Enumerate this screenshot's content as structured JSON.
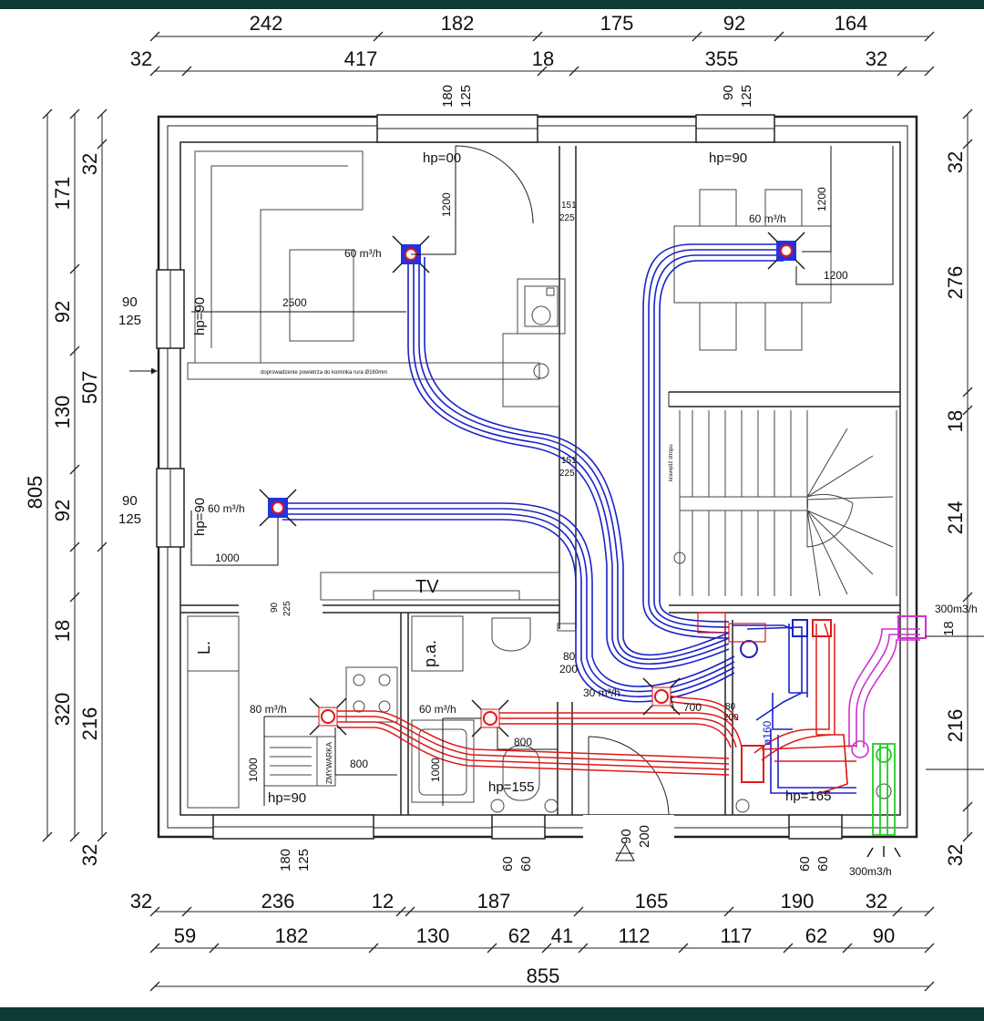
{
  "colors": {
    "frame": "#0e3b33",
    "paper": "#ffffff",
    "exhaust_duct": "#1a22c8",
    "supply_duct": "#e01818",
    "fresh_air": "#cc33cc",
    "outlet": "#22cc22"
  },
  "dims": {
    "top1": [
      "242",
      "182",
      "175",
      "92",
      "164"
    ],
    "top2": [
      "32",
      "417",
      "18",
      "355",
      "32"
    ],
    "bottom1": [
      "32",
      "236",
      "12",
      "187",
      "165",
      "190",
      "32"
    ],
    "bottom2": [
      "59",
      "182",
      "130",
      "62",
      "41",
      "112",
      "117",
      "62",
      "90"
    ],
    "total": "855",
    "left1": [
      "32",
      "171",
      "92",
      "130",
      "92",
      "18",
      "320",
      "32"
    ],
    "left_total": [
      "805",
      "507",
      "216"
    ],
    "right": [
      "32",
      "276",
      "18",
      "214",
      "216",
      "32"
    ],
    "right_label": "18"
  },
  "windows": {
    "w_top_left": [
      "180",
      "125"
    ],
    "w_top_right": [
      "90",
      "125"
    ],
    "w_left_upper": [
      "90",
      "125"
    ],
    "w_left_lower": [
      "90",
      "125"
    ],
    "w_bottom_left": [
      "180",
      "125"
    ],
    "w_bottom_mid": [
      "60",
      "60"
    ],
    "w_bottom_right": [
      "60",
      "60"
    ],
    "door_entry": [
      "90",
      "200"
    ]
  },
  "sill": {
    "hp00": "hp=00",
    "hp90_tr": "hp=90",
    "hp90_l1": "hp=90",
    "hp90_l2": "hp=90",
    "hp90_kitchen": "hp=90",
    "hp155": "hp=155",
    "hp165": "hp=165"
  },
  "airflows": {
    "a1": "60 m³/h",
    "a2": "60 m³/h",
    "a3": "60 m³/h",
    "a4": "80 m³/h",
    "a5": "60 m³/h",
    "a6": "30 m³/h",
    "intake": "300m3/h",
    "outlet": "300m3/h"
  },
  "labels": {
    "d1200a": "1200",
    "d1200b": "1200",
    "d1200c": "1200",
    "d2500": "2500",
    "d1000": "1000",
    "d800a": "800",
    "d800b": "800",
    "d1000v": "1000",
    "d1000v2": "1000",
    "d700": "700",
    "frac1_t": "151",
    "frac1_b": "225",
    "frac2_t": "151",
    "frac2_b": "225",
    "frac3_t": "80",
    "frac3_b": "200",
    "frac4_t": "90",
    "frac4_b": "225",
    "frac5_t": "80",
    "frac5_b": "200",
    "phi160": "ø160",
    "tv": "TV",
    "pa": "p.a.",
    "L": "L.",
    "zmywarka": "ZMYWARKA",
    "fireplace": "doprowadzenie powietrza do kominka rura Ø160mm",
    "stair": "krawędź stropu"
  }
}
